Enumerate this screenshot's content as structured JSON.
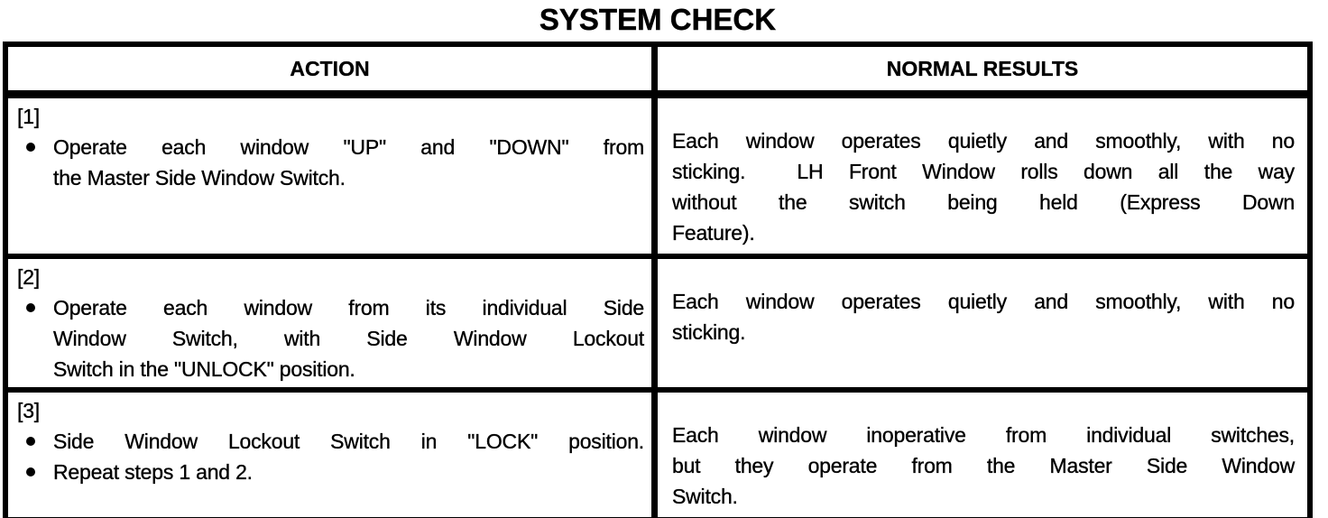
{
  "page": {
    "title": "SYSTEM CHECK"
  },
  "table": {
    "headers": {
      "action": "ACTION",
      "results": "NORMAL RESULTS"
    },
    "rows": [
      {
        "step": "[1]",
        "bullets": [
          {
            "lines": [
              "Operate each window \"UP\" and \"DOWN\" from",
              "the Master Side Window Switch."
            ]
          }
        ],
        "result_lines": [
          "Each window operates quietly and smoothly, with no",
          "sticking.  LH Front Window rolls down all the way",
          "without the switch being held (Express Down",
          "Feature)."
        ]
      },
      {
        "step": "[2]",
        "bullets": [
          {
            "lines": [
              "Operate each window from its individual Side",
              "Window Switch, with Side Window Lockout",
              "Switch in the \"UNLOCK\" position."
            ]
          }
        ],
        "result_lines": [
          "Each window operates quietly and smoothly, with no",
          "sticking."
        ]
      },
      {
        "step": "[3]",
        "bullets": [
          {
            "lines": [
              "Side Window Lockout Switch in \"LOCK\" position."
            ]
          },
          {
            "lines": [
              "Repeat steps 1 and 2."
            ]
          }
        ],
        "result_lines": [
          "Each window inoperative from individual switches,",
          "but they operate from the Master Side Window",
          "Switch."
        ]
      }
    ]
  }
}
